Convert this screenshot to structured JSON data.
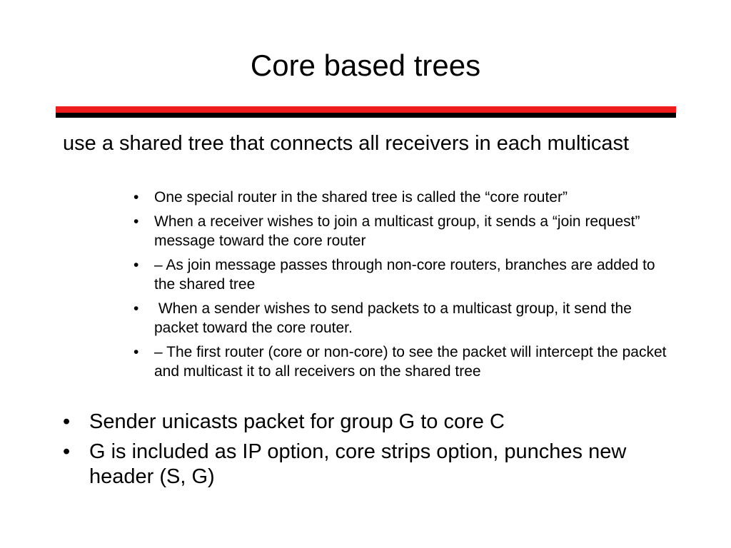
{
  "slide": {
    "title": "Core based trees",
    "intro": "use a shared tree that connects all receivers in each multicast",
    "sub_bullets": [
      "One special router in the shared tree is called the “core router”",
      "When a receiver wishes to join a multicast group, it sends a “join request” message toward the core router",
      "– As join message passes through non-core routers, branches are added to the shared tree",
      " When a sender wishes to send packets to a multicast group, it send the packet toward the core router.",
      "– The first router (core or non-core) to see the packet will intercept the packet and multicast it to all receivers on the shared tree"
    ],
    "main_bullets": [
      "Sender unicasts packet for group G to core C",
      "G is included as IP option, core strips option, punches new header (S, G)"
    ],
    "bullet_glyph": "•"
  },
  "colors": {
    "rule_top": "#ee1c1c",
    "rule_bottom": "#000000",
    "text": "#000000",
    "background": "#ffffff"
  }
}
